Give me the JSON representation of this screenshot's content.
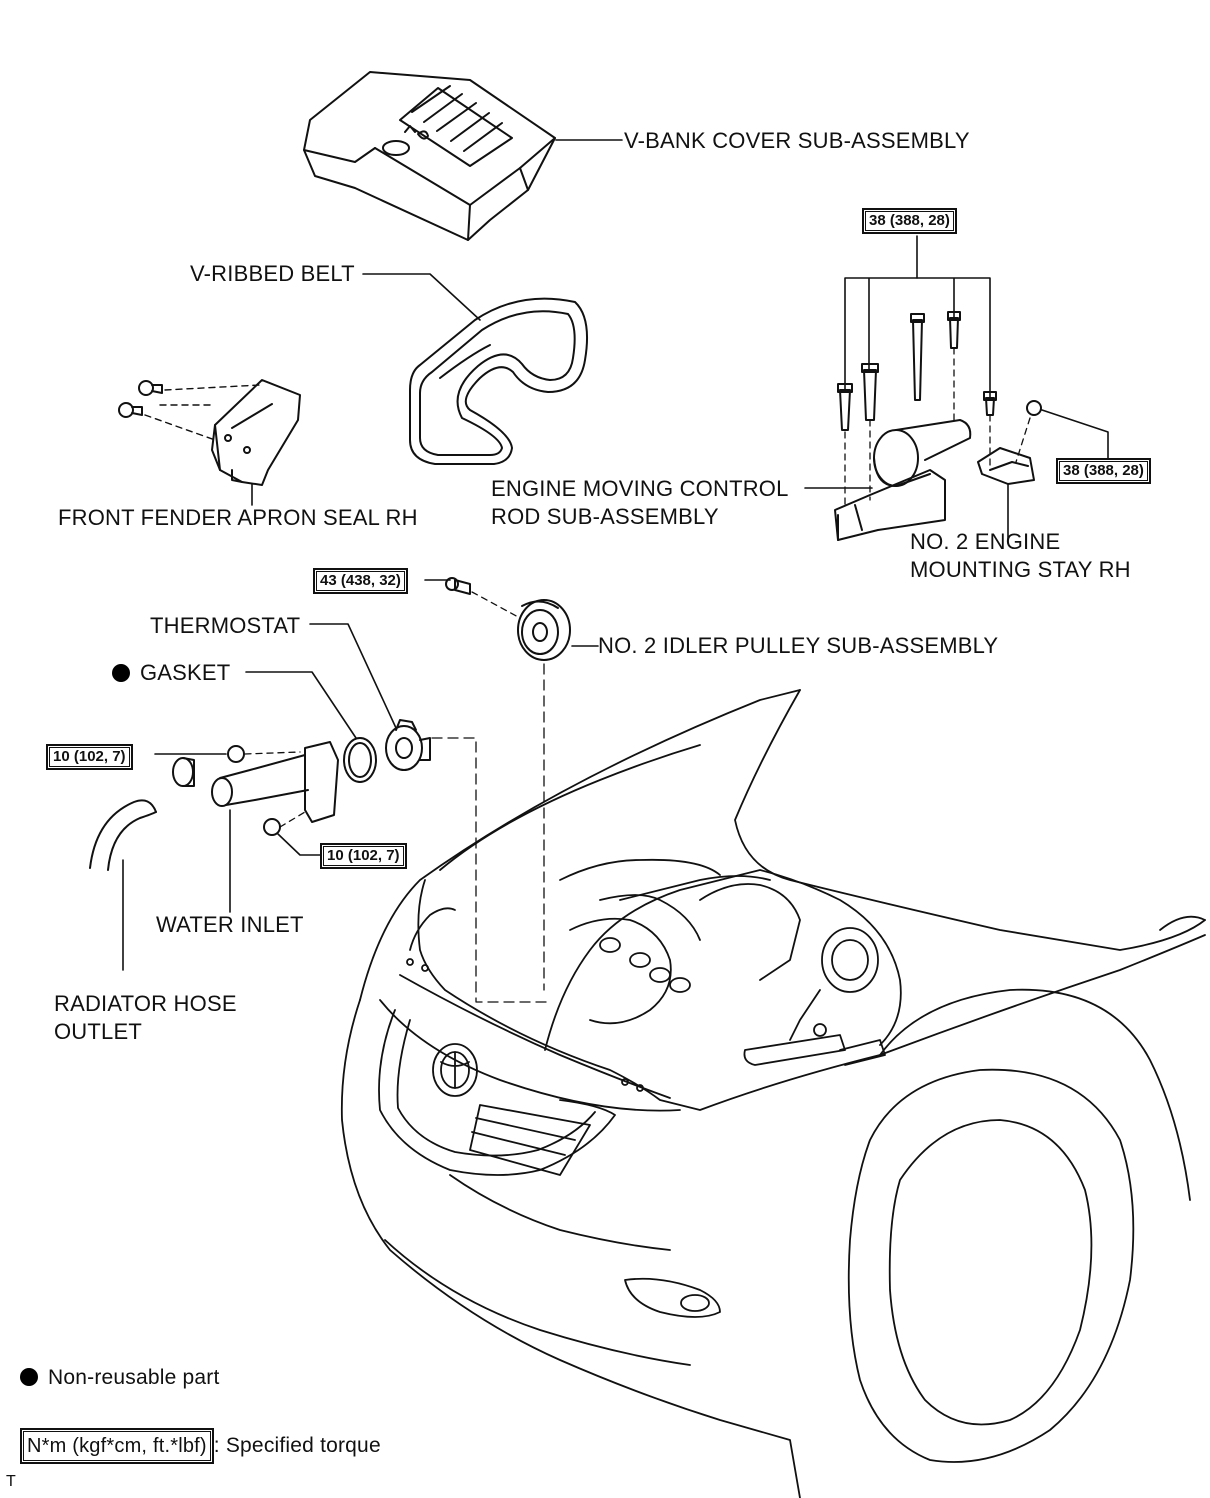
{
  "labels": {
    "v_bank_cover": "V-BANK COVER SUB-ASSEMBLY",
    "v_ribbed_belt": "V-RIBBED BELT",
    "front_fender_apron_seal": "FRONT FENDER APRON SEAL RH",
    "engine_moving_control_rod_1": "ENGINE MOVING CONTROL",
    "engine_moving_control_rod_2": "ROD SUB-ASSEMBLY",
    "no2_engine_mounting_stay_1": "NO. 2 ENGINE",
    "no2_engine_mounting_stay_2": "MOUNTING STAY RH",
    "thermostat": "THERMOSTAT",
    "gasket": "GASKET",
    "no2_idler_pulley": "NO. 2 IDLER PULLEY SUB-ASSEMBLY",
    "water_inlet": "WATER INLET",
    "radiator_hose_outlet_1": "RADIATOR HOSE",
    "radiator_hose_outlet_2": "OUTLET"
  },
  "torques": {
    "rod_bolts": "38 (388, 28)",
    "stay_nut": "38 (388, 28)",
    "idler_pulley_bolt": "43 (438, 32)",
    "water_inlet_upper": "10 (102, 7)",
    "water_inlet_lower": "10 (102, 7)"
  },
  "legend": {
    "non_reusable": "Non-reusable part",
    "torque_unit": "N*m (kgf*cm, ft.*lbf)",
    "torque_desc": ": Specified torque"
  },
  "corner_mark": "T"
}
